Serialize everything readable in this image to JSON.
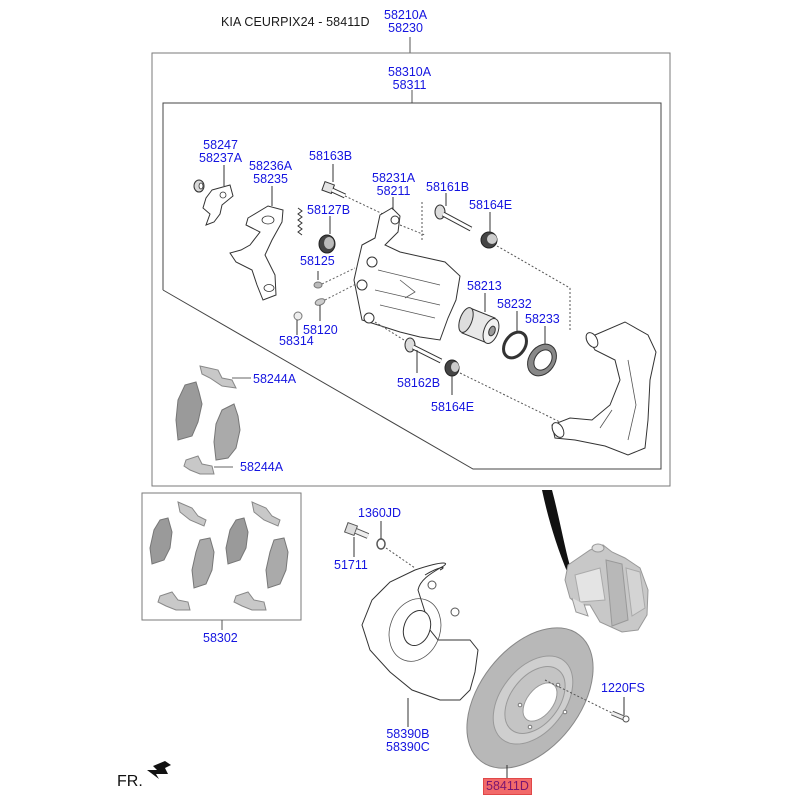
{
  "header": {
    "title": "KIA CEURPIX24 - 58411D"
  },
  "direction": {
    "label": "FR.",
    "icon": "arrow-front-left-icon"
  },
  "highlight_color": "#f26a6a",
  "label_color": "#1414e0",
  "parts": {
    "caliper_assy": [
      "58210A",
      "58230"
    ],
    "caliper_kit": [
      "58310A",
      "58311"
    ],
    "bracket_a": [
      "58247",
      "58237A"
    ],
    "bracket_b": [
      "58236A",
      "58235"
    ],
    "bolt_58163B": [
      "58163B"
    ],
    "spring_58127B": [
      "58127B"
    ],
    "bleeder_58125": [
      "58125"
    ],
    "plug_58120": [
      "58120"
    ],
    "cap_58314": [
      "58314"
    ],
    "housing": [
      "58231A",
      "58211"
    ],
    "pin_58161B": [
      "58161B"
    ],
    "boot_top": [
      "58164E"
    ],
    "piston": [
      "58213"
    ],
    "seal": [
      "58232"
    ],
    "boot_piston": [
      "58233"
    ],
    "pin_58162B": [
      "58162B"
    ],
    "boot_bottom": [
      "58164E"
    ],
    "shim_top": [
      "58244A"
    ],
    "shim_bottom": [
      "58244A"
    ],
    "pad_kit": [
      "58302"
    ],
    "washer": [
      "1360JD"
    ],
    "bolt_51711": [
      "51711"
    ],
    "dust_cover": [
      "58390B",
      "58390C"
    ],
    "screw_1220FS": [
      "1220FS"
    ],
    "disc": [
      "58411D"
    ]
  }
}
